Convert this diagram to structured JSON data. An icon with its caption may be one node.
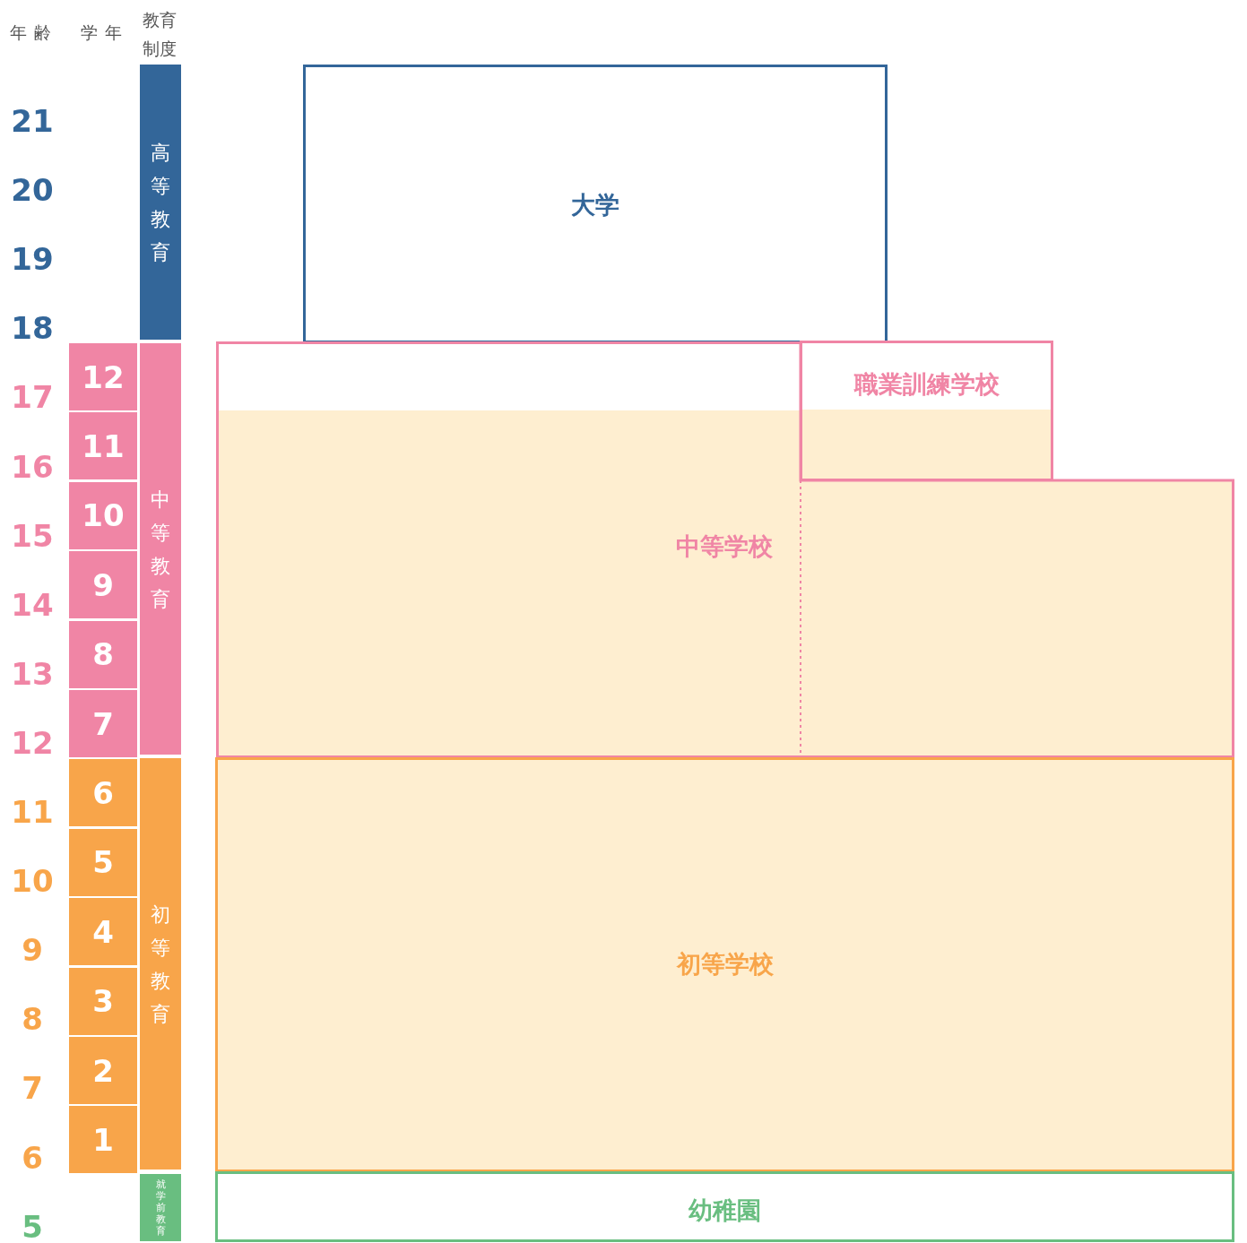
{
  "diagram": {
    "nodes": [
      {
        "text": [
          "高等教育"
        ]
      },
      {
        "text": [
          "大学"
        ]
      },
      {
        "text": [
          "中等教育"
        ]
      },
      {
        "text": [
          "中等学校"
        ]
      },
      {
        "text": [
          "職業訓練学校"
        ]
      },
      {
        "text": [
          "初等教育"
        ]
      },
      {
        "text": [
          "初等学校"
        ]
      },
      {
        "text": [
          "就学前教育"
        ]
      },
      {
        "text": [
          "幼稚園"
        ]
      },
      {
        "text": [
          "12"
        ]
      },
      {
        "text": [
          "11"
        ]
      },
      {
        "text": [
          "10"
        ]
      },
      {
        "text": [
          "9"
        ]
      },
      {
        "text": [
          "8"
        ]
      },
      {
        "text": [
          "7"
        ]
      },
      {
        "text": [
          "6"
        ]
      },
      {
        "text": [
          "5"
        ]
      },
      {
        "text": [
          "4"
        ]
      },
      {
        "text": [
          "3"
        ]
      },
      {
        "text": [
          "2"
        ]
      },
      {
        "text": [
          "1"
        ]
      }
    ],
    "edges": [],
    "labels": [
      "年齢",
      "学年",
      "教育制度",
      "21",
      "20",
      "19",
      "18",
      "17",
      "16",
      "15",
      "14",
      "13",
      "12",
      "11",
      "10",
      "9",
      "8",
      "7",
      "6",
      "5"
    ]
  }
}
